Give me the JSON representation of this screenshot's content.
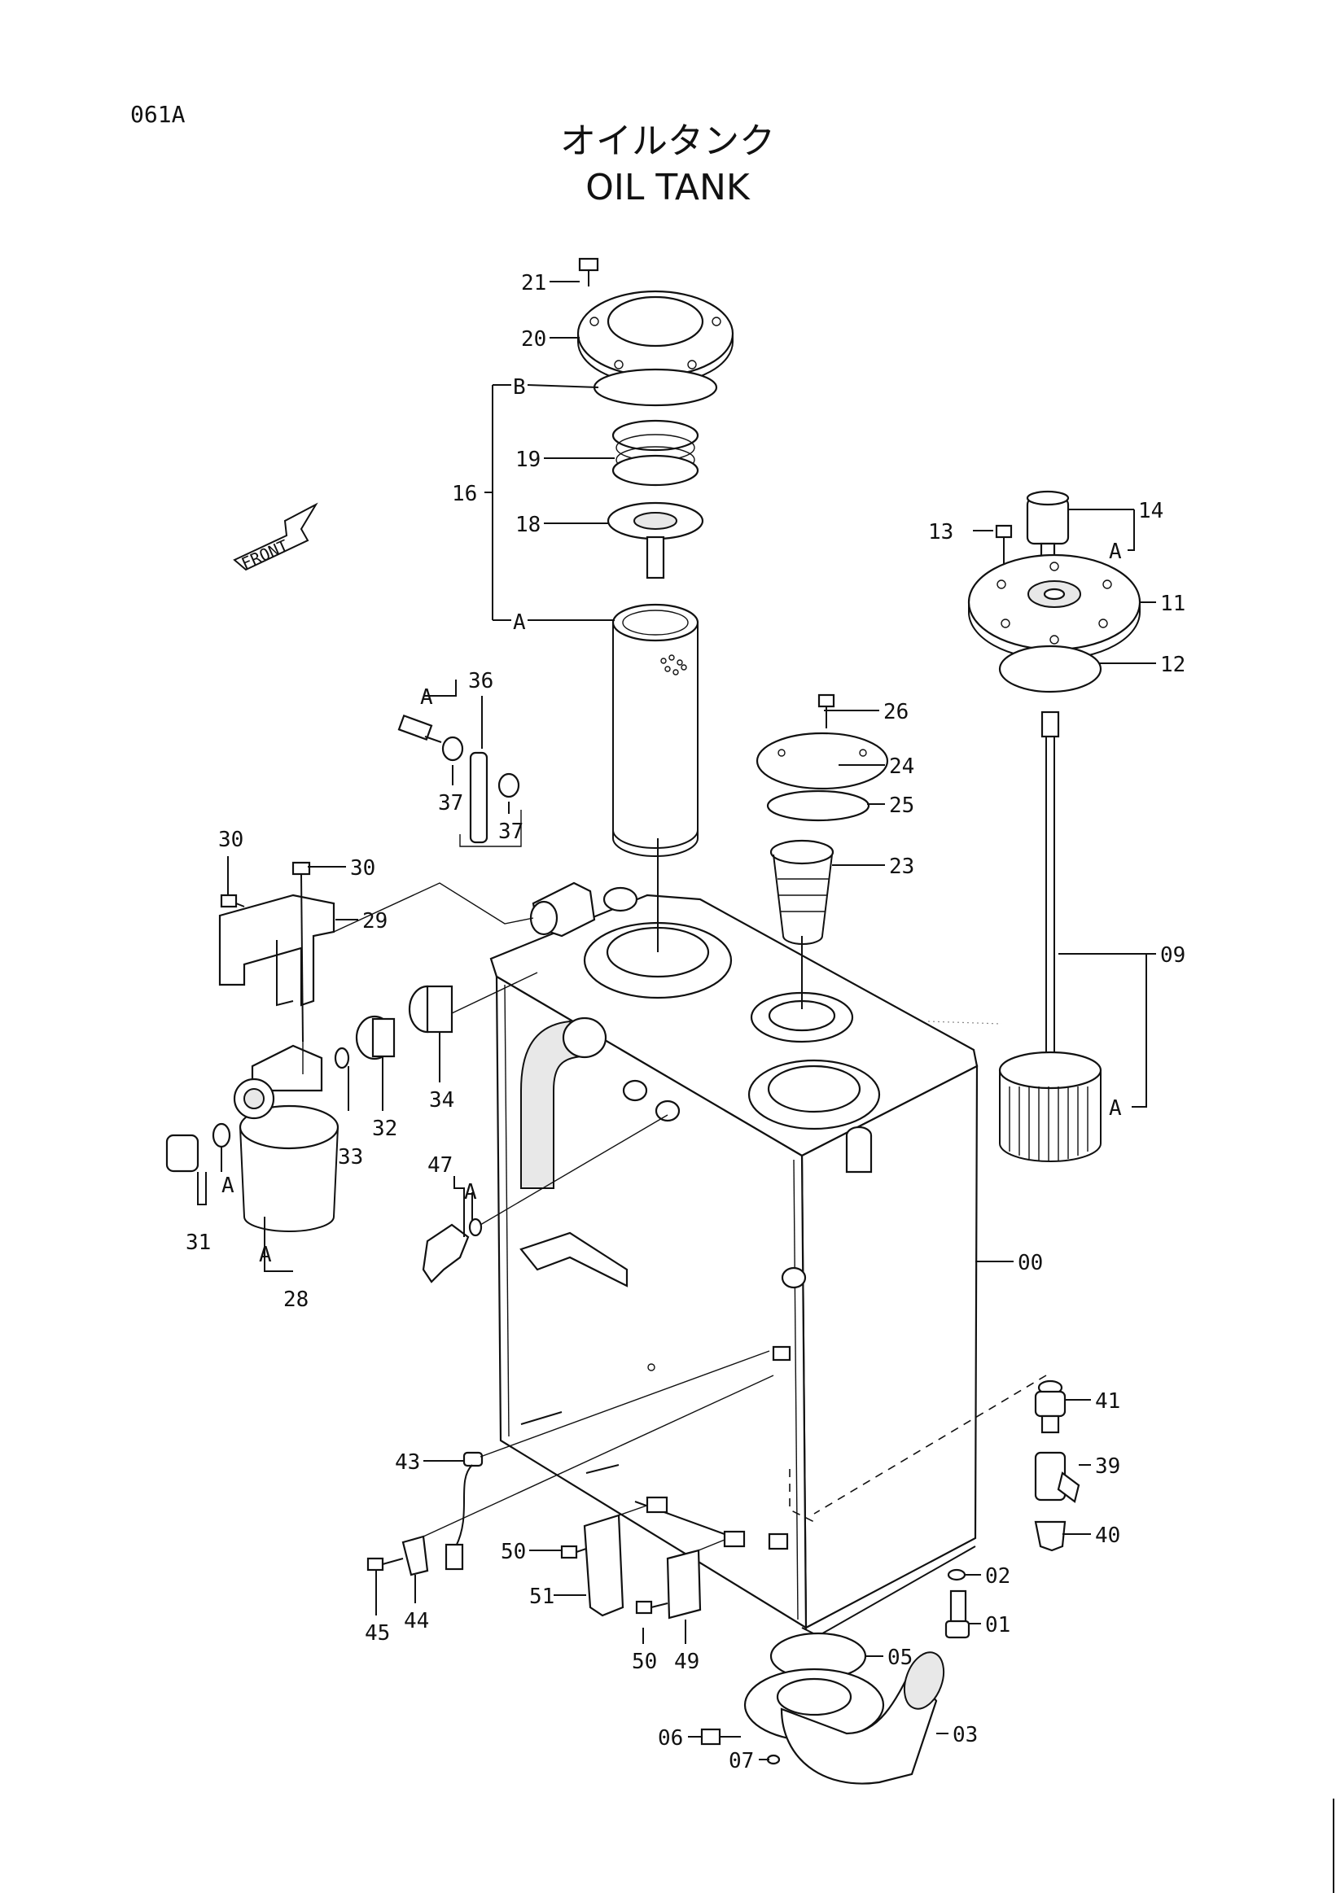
{
  "page_code": "061A",
  "title_jp": "オイルタンク",
  "title_en": "OIL TANK",
  "front_label": "FRONT",
  "callouts": [
    {
      "id": "21",
      "text": "21"
    },
    {
      "id": "20",
      "text": "20"
    },
    {
      "id": "B",
      "text": "B"
    },
    {
      "id": "19",
      "text": "19"
    },
    {
      "id": "16",
      "text": "16"
    },
    {
      "id": "18",
      "text": "18"
    },
    {
      "id": "A-16",
      "text": "A"
    },
    {
      "id": "14",
      "text": "14"
    },
    {
      "id": "13",
      "text": "13"
    },
    {
      "id": "A-14",
      "text": "A"
    },
    {
      "id": "11",
      "text": "11"
    },
    {
      "id": "12",
      "text": "12"
    },
    {
      "id": "36",
      "text": "36"
    },
    {
      "id": "A-36",
      "text": "A"
    },
    {
      "id": "37a",
      "text": "37"
    },
    {
      "id": "37b",
      "text": "37"
    },
    {
      "id": "26",
      "text": "26"
    },
    {
      "id": "24",
      "text": "24"
    },
    {
      "id": "25",
      "text": "25"
    },
    {
      "id": "23",
      "text": "23"
    },
    {
      "id": "30a",
      "text": "30"
    },
    {
      "id": "30b",
      "text": "30"
    },
    {
      "id": "29",
      "text": "29"
    },
    {
      "id": "09",
      "text": "09"
    },
    {
      "id": "A-09",
      "text": "A"
    },
    {
      "id": "34",
      "text": "34"
    },
    {
      "id": "32",
      "text": "32"
    },
    {
      "id": "33",
      "text": "33"
    },
    {
      "id": "A-31",
      "text": "A"
    },
    {
      "id": "31",
      "text": "31"
    },
    {
      "id": "A-28",
      "text": "A"
    },
    {
      "id": "28",
      "text": "28"
    },
    {
      "id": "47",
      "text": "47"
    },
    {
      "id": "A-47",
      "text": "A"
    },
    {
      "id": "00",
      "text": "00"
    },
    {
      "id": "41",
      "text": "41"
    },
    {
      "id": "39",
      "text": "39"
    },
    {
      "id": "40",
      "text": "40"
    },
    {
      "id": "43",
      "text": "43"
    },
    {
      "id": "50a",
      "text": "50"
    },
    {
      "id": "51",
      "text": "51"
    },
    {
      "id": "02",
      "text": "02"
    },
    {
      "id": "01",
      "text": "01"
    },
    {
      "id": "05",
      "text": "05"
    },
    {
      "id": "45",
      "text": "45"
    },
    {
      "id": "44",
      "text": "44"
    },
    {
      "id": "50b",
      "text": "50"
    },
    {
      "id": "49",
      "text": "49"
    },
    {
      "id": "06",
      "text": "06"
    },
    {
      "id": "07",
      "text": "07"
    },
    {
      "id": "03",
      "text": "03"
    }
  ]
}
